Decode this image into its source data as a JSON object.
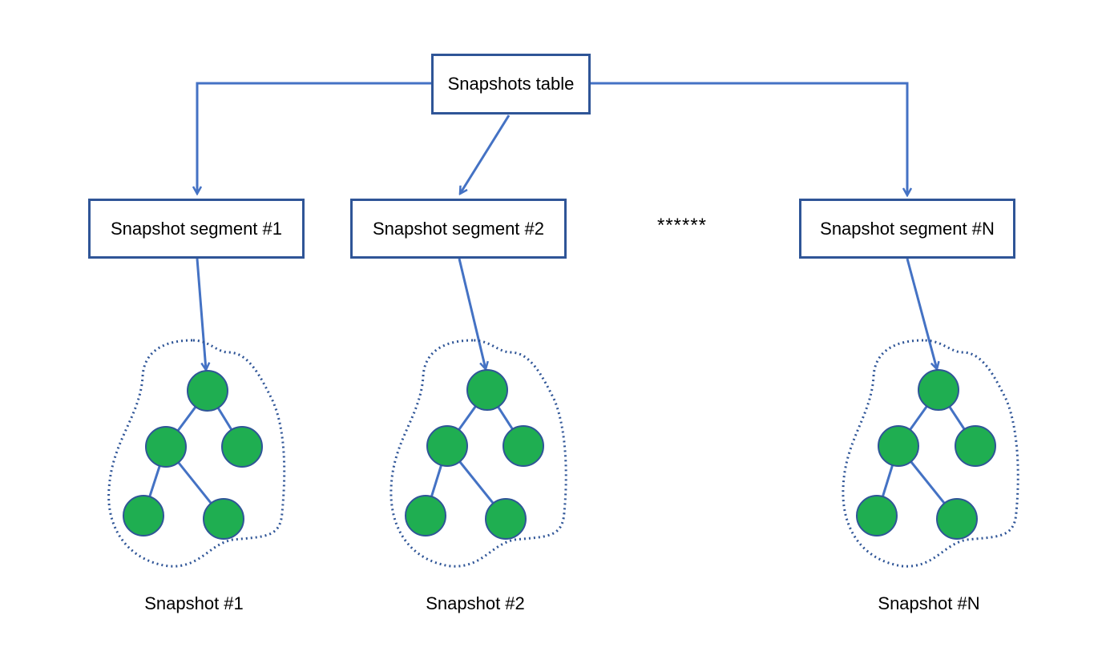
{
  "diagram": {
    "root_label": "Snapshots table",
    "segments": [
      {
        "label": "Snapshot segment #1",
        "caption": "Snapshot #1"
      },
      {
        "label": "Snapshot segment #2",
        "caption": "Snapshot #2"
      },
      {
        "label": "Snapshot segment #N",
        "caption": "Snapshot #N"
      }
    ],
    "ellipsis": "******"
  },
  "colors": {
    "arrow": "#4472c4",
    "box_border": "#2f5597",
    "node_fill": "#1fae51",
    "node_stroke": "#2f5597",
    "dotted_outline": "#2f5597"
  }
}
